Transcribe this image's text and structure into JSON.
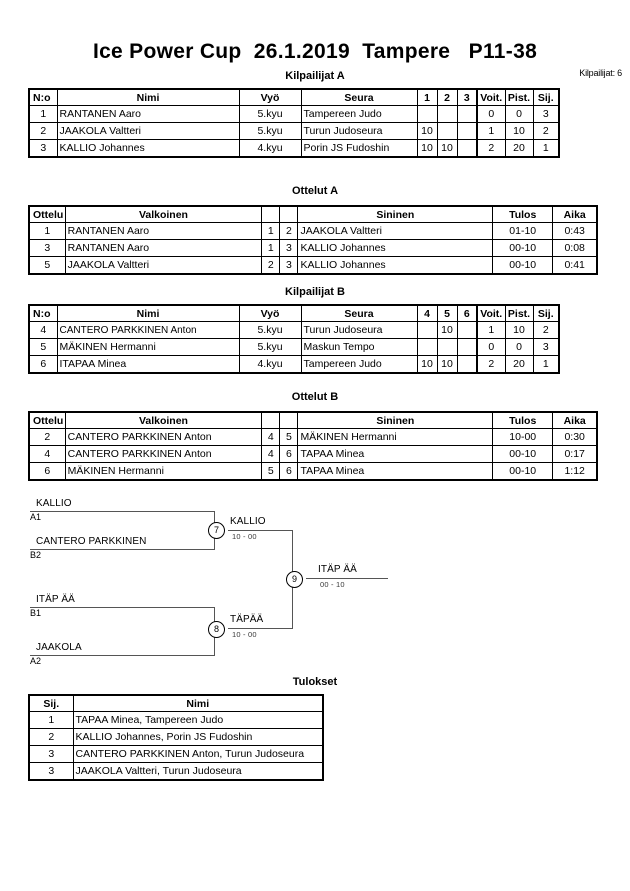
{
  "header": {
    "title": "Ice Power Cup  26.1.2019  Tampere   P11-38",
    "competitor_count": "Kilpailijat: 6"
  },
  "sections": {
    "poolA_title": "Kilpailijat A",
    "matchesA_title": "Ottelut A",
    "poolB_title": "Kilpailijat B",
    "matchesB_title": "Ottelut B",
    "results_title": "Tulokset"
  },
  "pool_headers_a": [
    "N:o",
    "Nimi",
    "Vyö",
    "Seura",
    "1",
    "2",
    "3",
    "Voit.",
    "Pist.",
    "Sij."
  ],
  "pool_headers_b": [
    "N:o",
    "Nimi",
    "Vyö",
    "Seura",
    "4",
    "5",
    "6",
    "Voit.",
    "Pist.",
    "Sij."
  ],
  "poolA": [
    {
      "no": "1",
      "name": "RANTANEN Aaro",
      "belt": "5.kyu",
      "club": "Tampereen Judo",
      "m1": "",
      "m2": "",
      "m3": "",
      "wins": "0",
      "points": "0",
      "rank": "3"
    },
    {
      "no": "2",
      "name": "JAAKOLA Valtteri",
      "belt": "5.kyu",
      "club": "Turun Judoseura",
      "m1": "10",
      "m2": "",
      "m3": "",
      "wins": "1",
      "points": "10",
      "rank": "2"
    },
    {
      "no": "3",
      "name": "KALLIO Johannes",
      "belt": "4.kyu",
      "club": "Porin JS Fudoshin",
      "m1": "10",
      "m2": "10",
      "m3": "",
      "wins": "2",
      "points": "20",
      "rank": "1"
    }
  ],
  "poolB": [
    {
      "no": "4",
      "name": "CANTERO PARKKINEN Anton",
      "belt": "5.kyu",
      "club": "Turun Judoseura",
      "m1": "",
      "m2": "10",
      "m3": "",
      "wins": "1",
      "points": "10",
      "rank": "2"
    },
    {
      "no": "5",
      "name": "MÄKINEN Hermanni",
      "belt": "5.kyu",
      "club": "Maskun Tempo",
      "m1": "",
      "m2": "",
      "m3": "",
      "wins": "0",
      "points": "0",
      "rank": "3"
    },
    {
      "no": "6",
      "name": "ITAPAA Minea",
      "belt": "4.kyu",
      "club": "Tampereen Judo",
      "m1": "10",
      "m2": "10",
      "m3": "",
      "wins": "2",
      "points": "20",
      "rank": "1"
    }
  ],
  "match_headers": [
    "Ottelu",
    "Valkoinen",
    "",
    "",
    "Sininen",
    "Tulos",
    "Aika"
  ],
  "matchesA": [
    {
      "no": "1",
      "white": "RANTANEN Aaro",
      "wn": "1",
      "bn": "2",
      "blue": "JAAKOLA Valtteri",
      "result": "01-10",
      "time": "0:43"
    },
    {
      "no": "3",
      "white": "RANTANEN Aaro",
      "wn": "1",
      "bn": "3",
      "blue": "KALLIO Johannes",
      "result": "00-10",
      "time": "0:08"
    },
    {
      "no": "5",
      "white": "JAAKOLA Valtteri",
      "wn": "2",
      "bn": "3",
      "blue": "KALLIO Johannes",
      "result": "00-10",
      "time": "0:41"
    }
  ],
  "matchesB": [
    {
      "no": "2",
      "white": "CANTERO PARKKINEN Anton",
      "wn": "4",
      "bn": "5",
      "blue": "MÄKINEN Hermanni",
      "result": "10-00",
      "time": "0:30"
    },
    {
      "no": "4",
      "white": "CANTERO PARKKINEN Anton",
      "wn": "4",
      "bn": "6",
      "blue": "TAPAA Minea",
      "result": "00-10",
      "time": "0:17"
    },
    {
      "no": "6",
      "white": "MÄKINEN Hermanni",
      "wn": "5",
      "bn": "6",
      "blue": "TAPAA Minea",
      "result": "00-10",
      "time": "1:12"
    }
  ],
  "bracket": {
    "entries": [
      {
        "name": "KALLIO",
        "seed": "A1"
      },
      {
        "name": "CANTERO PARKKINEN",
        "seed": "B2"
      },
      {
        "name": "ITÄP ÄÄ",
        "seed": "B1"
      },
      {
        "name": "JAAKOLA",
        "seed": "A2"
      }
    ],
    "semi_upper": {
      "number": "7",
      "winner": "KALLIO",
      "score": "10 - 00"
    },
    "semi_lower": {
      "number": "8",
      "winner": "TÄPÄÄ",
      "score": "10 - 00"
    },
    "final": {
      "number": "9",
      "winner": "ITÄP ÄÄ",
      "score": "00 - 10"
    }
  },
  "results_headers": [
    "Sij.",
    "Nimi"
  ],
  "results": [
    {
      "rank": "1",
      "name": "TAPAA Minea, Tampereen Judo"
    },
    {
      "rank": "2",
      "name": "KALLIO Johannes, Porin JS Fudoshin"
    },
    {
      "rank": "3",
      "name": "CANTERO PARKKINEN Anton, Turun Judoseura"
    },
    {
      "rank": "3",
      "name": "JAAKOLA Valtteri, Turun Judoseura"
    }
  ]
}
